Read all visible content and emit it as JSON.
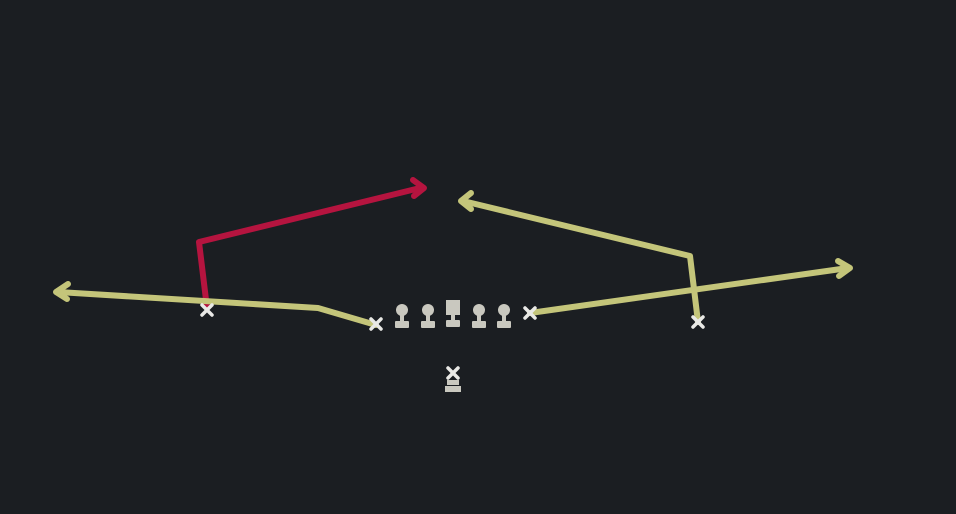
{
  "colors": {
    "background": "#1b1e22",
    "primary_route": "#b5143f",
    "secondary_route": "#c4c57a",
    "receiver_mark": "#e9e9e6",
    "lineman": "#c9c8bf"
  },
  "formation": {
    "receivers": [
      {
        "id": "left-wide",
        "icon": "x-icon"
      },
      {
        "id": "left-slot",
        "icon": "x-icon"
      },
      {
        "id": "tight-end-right",
        "icon": "x-icon"
      },
      {
        "id": "right-wide",
        "icon": "x-icon"
      },
      {
        "id": "running-back",
        "icon": "x-icon"
      }
    ],
    "linemen": [
      {
        "id": "left-tackle",
        "icon": "lineman-icon"
      },
      {
        "id": "left-guard",
        "icon": "lineman-icon"
      },
      {
        "id": "center",
        "icon": "center-icon"
      },
      {
        "id": "right-guard",
        "icon": "lineman-icon"
      },
      {
        "id": "right-tackle",
        "icon": "lineman-icon"
      }
    ]
  },
  "routes": [
    {
      "id": "post-route",
      "color_role": "primary_route"
    },
    {
      "id": "left-flat-route",
      "color_role": "secondary_route"
    },
    {
      "id": "right-flat-route",
      "color_role": "secondary_route"
    },
    {
      "id": "corner-back-route",
      "color_role": "secondary_route"
    }
  ]
}
